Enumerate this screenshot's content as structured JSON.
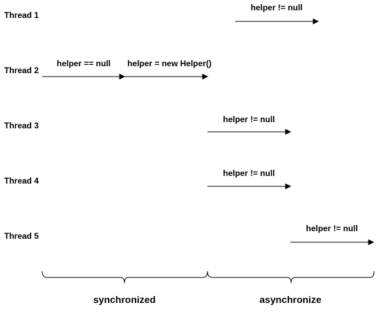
{
  "threads": [
    {
      "label": "Thread 1"
    },
    {
      "label": "Thread 2"
    },
    {
      "label": "Thread 3"
    },
    {
      "label": "Thread 4"
    },
    {
      "label": "Thread 5"
    }
  ],
  "events": [
    {
      "thread": "Thread 1",
      "label": "helper != null"
    },
    {
      "thread": "Thread 2",
      "label": "helper == null"
    },
    {
      "thread": "Thread 2",
      "label": "helper = new Helper()"
    },
    {
      "thread": "Thread 3",
      "label": "helper != null"
    },
    {
      "thread": "Thread 4",
      "label": "helper != null"
    },
    {
      "thread": "Thread 5",
      "label": "helper != null"
    }
  ],
  "phases": [
    {
      "label": "synchronized"
    },
    {
      "label": "asynchronize"
    }
  ]
}
